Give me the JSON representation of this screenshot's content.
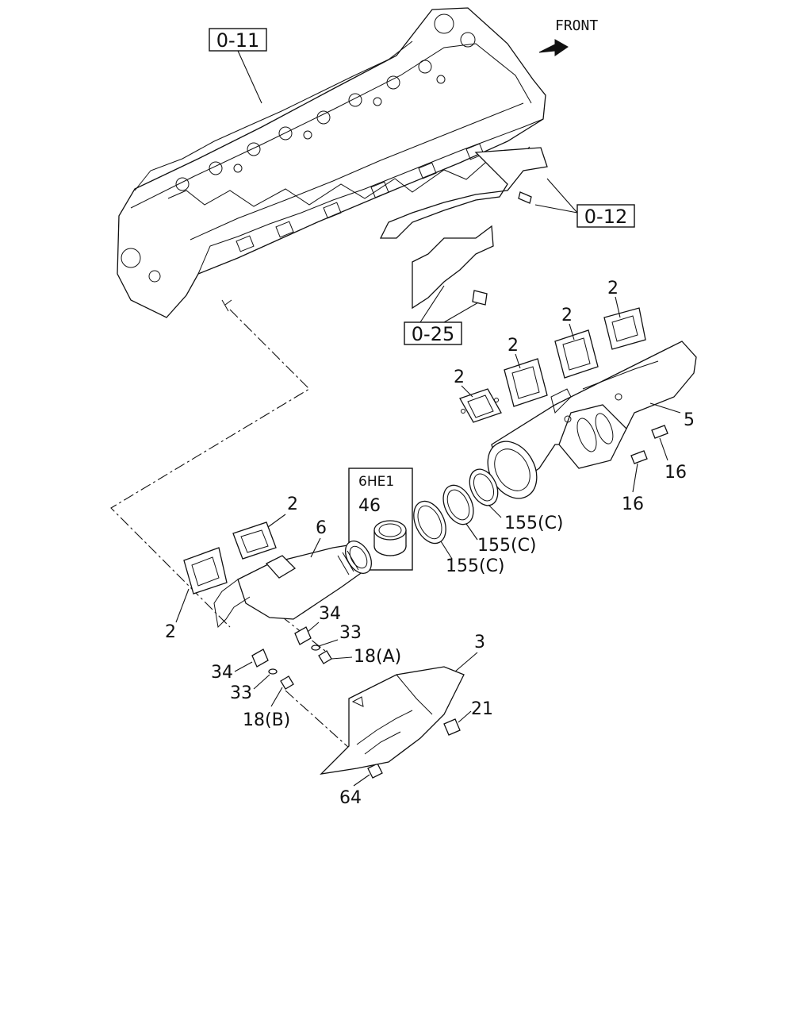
{
  "direction_label": "FRONT",
  "references": {
    "head": "0-11",
    "bracket": "0-12",
    "shield_upper": "0-25"
  },
  "inset": {
    "engine": "6HE1",
    "part": "46"
  },
  "callouts": {
    "gasket_a": "2",
    "gasket_b": "2",
    "gasket_c": "2",
    "gasket_d": "2",
    "gasket_e": "2",
    "gasket_f": "2",
    "manifold_rear": "5",
    "manifold_front": "6",
    "heat_shield": "3",
    "stud_a": "16",
    "stud_b": "16",
    "ring_a": "155(C)",
    "ring_b": "155(C)",
    "ring_c": "155(C)",
    "spacer_a": "34",
    "spacer_b": "34",
    "washer_a": "33",
    "washer_b": "33",
    "nut_a": "18(A)",
    "nut_b": "18(B)",
    "bolt": "21",
    "nut_shield": "64"
  }
}
